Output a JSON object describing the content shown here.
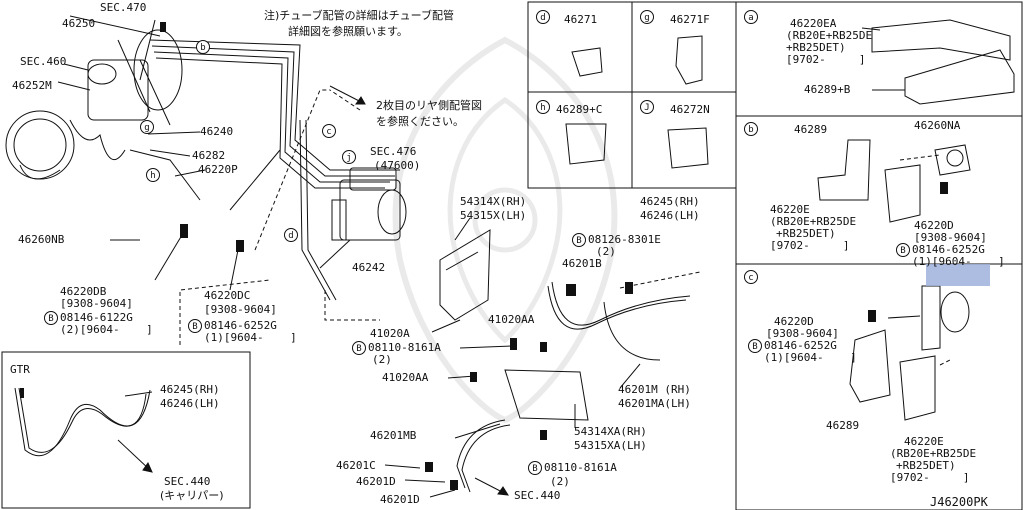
{
  "notes": {
    "tube_note_line1": "注)チューブ配管の詳細はチューブ配管",
    "tube_note_line2": "詳細図を参照願います。",
    "rear_note_line1": "2枚目のリヤ側配管図",
    "rear_note_line2": "を参照ください。"
  },
  "main": {
    "sec470": "SEC.470",
    "p46250": "46250",
    "sec460": "SEC.460",
    "p46252m": "46252M",
    "p46240": "46240",
    "p46282": "46282",
    "p46220p": "46220P",
    "p46260nb": "46260NB",
    "p46220db": "46220DB",
    "p46220db_range": "[9308-9604]",
    "p46220db_bolt": "08146-6122G",
    "p46220db_bolt_qty": "(2)[9604-    ]",
    "p46220dc": "46220DC",
    "p46220dc_range": "[9308-9604]",
    "p46220dc_bolt": "08146-6252G",
    "p46220dc_bolt_qty": "(1)[9604-    ]",
    "sec476": "SEC.476",
    "sec476_sub": "(47600)",
    "p46242": "46242",
    "p54314x": "54314X(RH)",
    "p54315x": "54315X(LH)",
    "p46245": "46245(RH)",
    "p46246": "46246(LH)",
    "p08126": "08126-8301E",
    "p08126_qty": "(2)",
    "p46201b": "46201B",
    "p41020a": "41020A",
    "p41020aa_1": "41020AA",
    "p08110_1": "08110-8161A",
    "p08110_1_qty": "(2)",
    "p41020aa_2": "41020AA",
    "p46201m": "46201M (RH)",
    "p46201ma": "46201MA(LH)",
    "p46201mb": "46201MB",
    "p54314xa": "54314XA(RH)",
    "p54315xa": "54315XA(LH)",
    "p46201c": "46201C",
    "p46201d_1": "46201D",
    "p46201d_2": "46201D",
    "p08110_2": "08110-8161A",
    "p08110_2_qty": "(2)",
    "sec440": "SEC.440",
    "bolt_marker": "B"
  },
  "callouts": {
    "a": "a",
    "b": "b",
    "c": "c",
    "d": "d",
    "g": "g",
    "h": "h",
    "j": "j"
  },
  "gtr": {
    "title": "GTR",
    "p46245": "46245(RH)",
    "p46246": "46246(LH)",
    "sec440": "SEC.440",
    "sec440_sub": "(キャリパー)"
  },
  "grid": {
    "d_label": "d",
    "d_part": "46271",
    "g_label": "g",
    "g_part": "46271F",
    "h_label": "h",
    "h_part": "46289+C",
    "j_label": "J",
    "j_part": "46272N"
  },
  "panel_a": {
    "label": "a",
    "p46220ea": "46220EA",
    "spec1": "(RB20E+RB25DE",
    "spec2": "+RB25DET)",
    "range": "[9702-     ]",
    "p46289b": "46289+B"
  },
  "panel_b": {
    "label": "b",
    "p46289": "46289",
    "p46260na": "46260NA",
    "p46220e": "46220E",
    "spec1": "(RB20E+RB25DE",
    "spec2": "+RB25DET)",
    "range": "[9702-     ]",
    "p46220d": "46220D",
    "p46220d_range": "[9308-9604]",
    "bolt": "08146-6252G",
    "bolt_qty": "(1)[9604-    ]"
  },
  "panel_c": {
    "label": "c",
    "p46220d": "46220D",
    "range": "[9308-9604]",
    "bolt": "08146-6252G",
    "bolt_qty": "(1)[9604-    ]",
    "p46289": "46289",
    "p46220e": "46220E",
    "spec1": "(RB20E+RB25DE",
    "spec2": "+RB25DET)",
    "range2": "[9702-     ]"
  },
  "footer": {
    "code": "J46200PK"
  },
  "colors": {
    "highlight": "#9fb2dc",
    "line": "#111111"
  }
}
